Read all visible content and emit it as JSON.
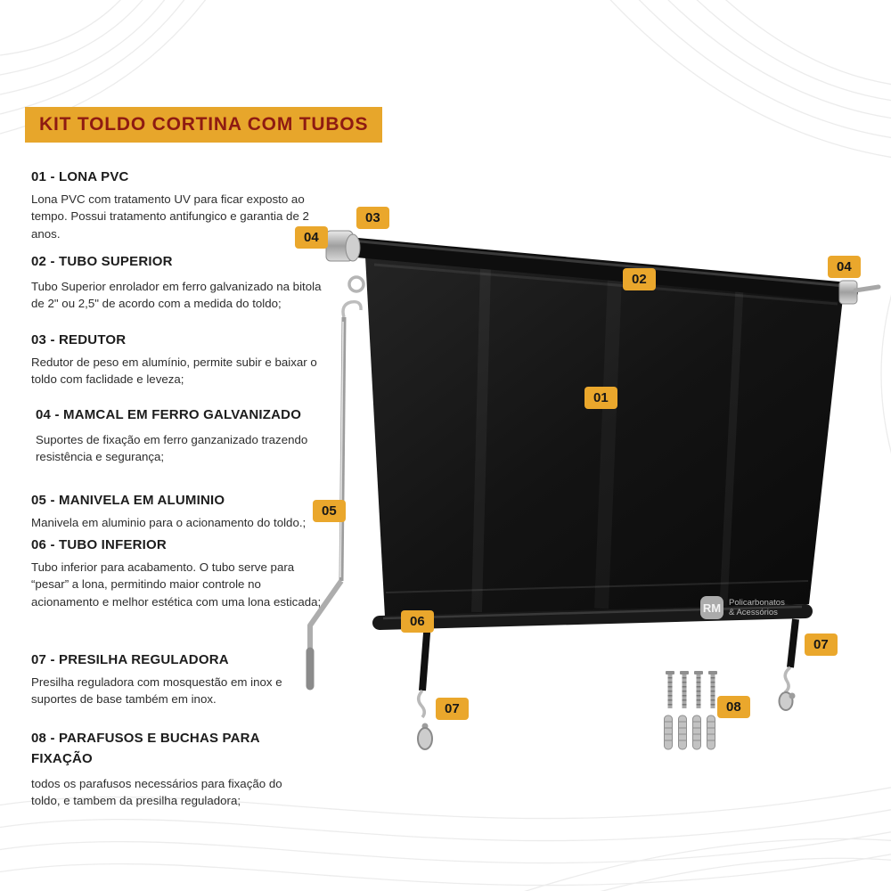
{
  "page": {
    "title": "KIT TOLDO CORTINA COM TUBOS"
  },
  "colors": {
    "accent_gold": "#E7A62B",
    "title_text": "#8E1B12",
    "heading_text": "#1C1C1C",
    "body_text": "#2D2D2D",
    "tarp_black": "#121212"
  },
  "sections": [
    {
      "id": "01",
      "heading": "01 - LONA PVC",
      "body": "Lona PVC com tratamento UV para ficar exposto ao tempo. Possui tratamento antifungico e garantia de 2 anos."
    },
    {
      "id": "02",
      "heading": "02 - TUBO SUPERIOR",
      "body": "Tubo Superior enrolador em ferro galvanizado na bitola de 2\" ou 2,5\" de acordo com a medida do toldo;"
    },
    {
      "id": "03",
      "heading": "03 - REDUTOR",
      "body": "Redutor de peso em alumínio, permite subir e baixar o toldo com faclidade e leveza;"
    },
    {
      "id": "04",
      "heading": "04 - MAMCAL  EM FERRO GALVANIZADO",
      "body": "Suportes de fixação em ferro ganzanizado trazendo resistência e segurança;"
    },
    {
      "id": "05",
      "heading": "05 - MANIVELA EM ALUMINIO",
      "body": "Manivela em aluminio para o acionamento do toldo.;"
    },
    {
      "id": "06",
      "heading": "06 - TUBO INFERIOR",
      "body": "Tubo inferior para acabamento. O tubo serve para “pesar” a lona, permitindo maior controle no acionamento e melhor estética com uma lona esticada;"
    },
    {
      "id": "07",
      "heading": "07 - PRESILHA REGULADORA",
      "body": "Presilha reguladora com mosquestão em inox e suportes de base também em inox."
    },
    {
      "id": "08",
      "heading": "08 - PARAFUSOS E BUCHAS PARA FIXAÇÃO",
      "body": "todos os parafusos necessários para fixação do toldo, e tambem da presilha reguladora;"
    }
  ],
  "badges": [
    {
      "label": "03"
    },
    {
      "label": "04"
    },
    {
      "label": "02"
    },
    {
      "label": "04"
    },
    {
      "label": "01"
    },
    {
      "label": "05"
    },
    {
      "label": "06"
    },
    {
      "label": "07"
    },
    {
      "label": "07"
    },
    {
      "label": "08"
    }
  ],
  "logo": {
    "abbr": "RM",
    "line1": "Policarbonatos",
    "line2": "& Acessórios"
  }
}
